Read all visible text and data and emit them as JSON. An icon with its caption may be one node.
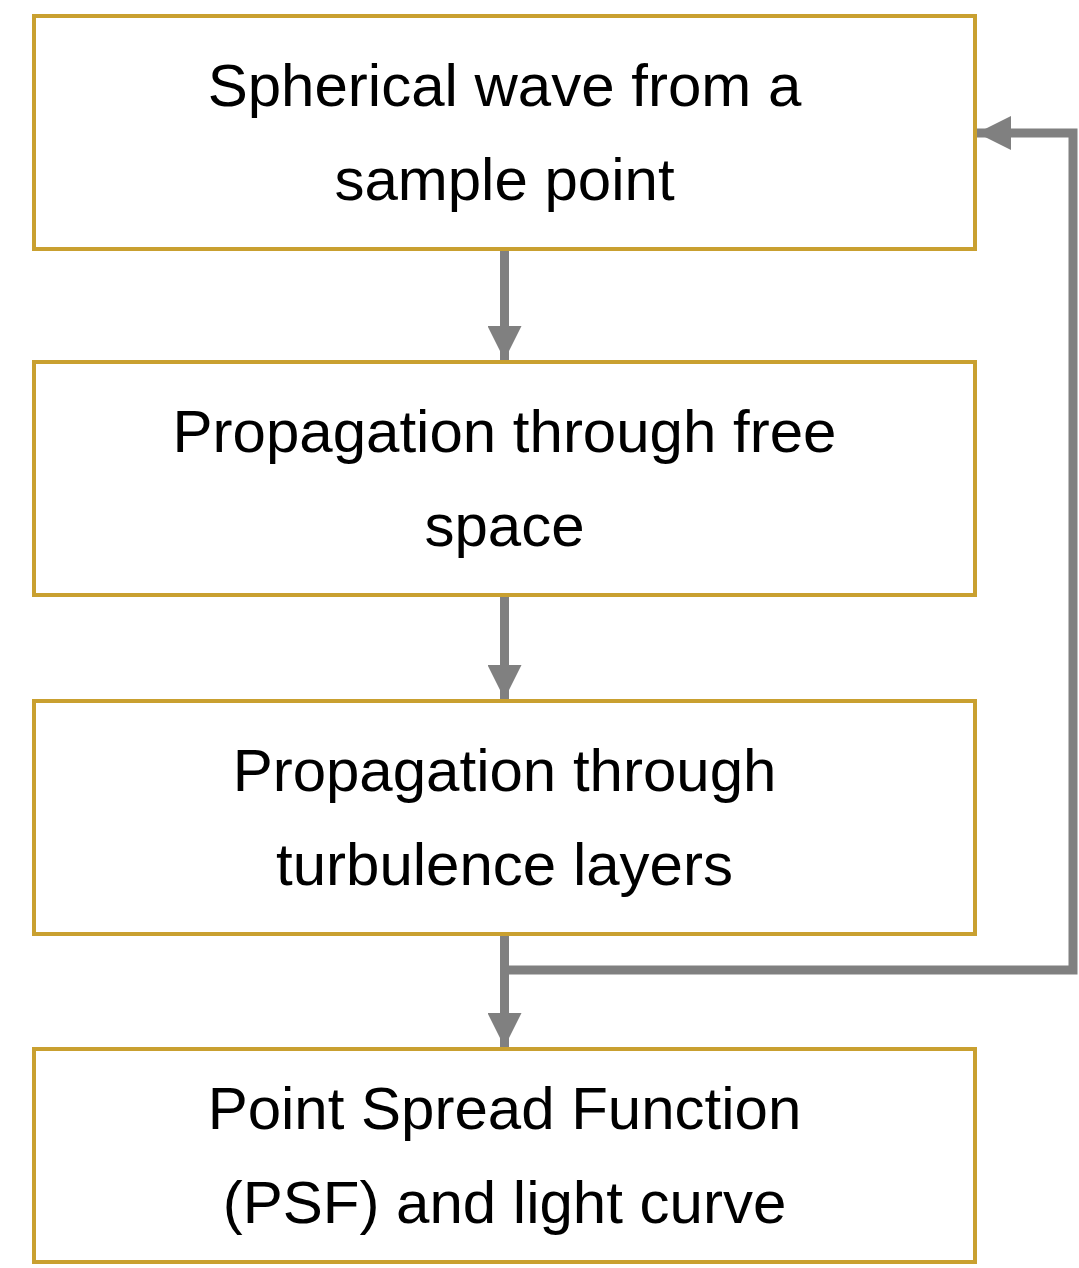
{
  "diagram": {
    "nodes": [
      {
        "text": [
          "Spherical wave from a sample point"
        ]
      },
      {
        "text": [
          "Propagation through free space"
        ]
      },
      {
        "text": [
          "Propagation through turbulence layers"
        ]
      },
      {
        "text": [
          "Point Spread Function (PSF) and light curve"
        ]
      }
    ],
    "edges": [
      {
        "from": 0,
        "to": 1,
        "arrow": "to"
      },
      {
        "from": 1,
        "to": 2,
        "arrow": "to"
      },
      {
        "from": 2,
        "to": 3,
        "arrow": "to"
      },
      {
        "from": 2,
        "to": 0,
        "arrow": "to"
      }
    ]
  }
}
